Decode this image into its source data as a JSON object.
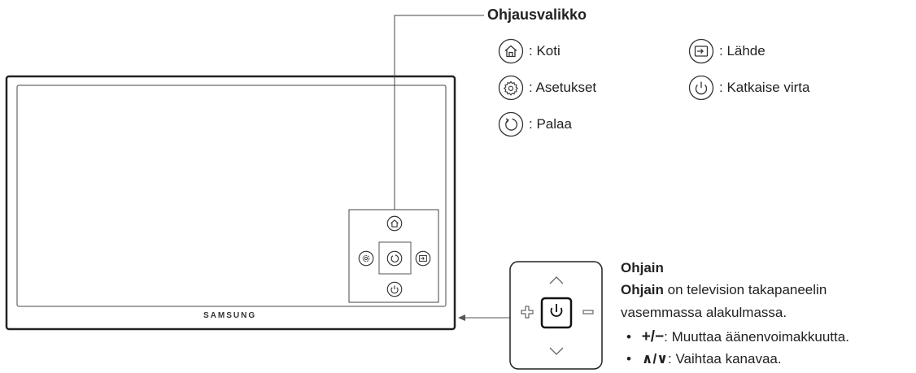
{
  "menu": {
    "title": "Ohjausvalikko",
    "items": [
      {
        "icon": "home-icon",
        "label": ": Koti"
      },
      {
        "icon": "source-icon",
        "label": ": Lähde"
      },
      {
        "icon": "settings-icon",
        "label": ": Asetukset"
      },
      {
        "icon": "power-icon",
        "label": ": Katkaise virta"
      },
      {
        "icon": "return-icon",
        "label": ": Palaa"
      }
    ]
  },
  "tv": {
    "brand": "SAMSUNG"
  },
  "controller": {
    "heading": "Ohjain",
    "desc_bold": "Ohjain",
    "desc_rest": " on television takapaneelin",
    "desc_line2": "vasemmassa alakulmassa.",
    "bullets": [
      {
        "symbols": "+/−",
        "text": ": Muuttaa äänenvoimakkuutta."
      },
      {
        "symbols": "∧/∨",
        "text": ": Vaihtaa kanavaa."
      }
    ]
  }
}
